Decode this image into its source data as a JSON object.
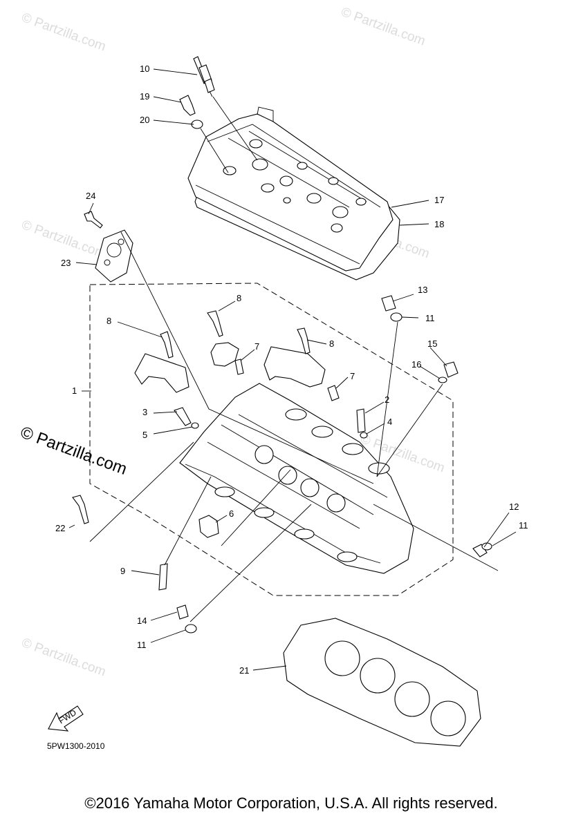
{
  "watermark": {
    "text": "© Partzilla.com"
  },
  "drawing_code": "5PW1300-2010",
  "fwd_label": "FWD",
  "copyright": "©2016 Yamaha Motor Corporation, U.S.A. All rights reserved.",
  "callouts": {
    "c1": "1",
    "c2": "2",
    "c3": "3",
    "c4": "4",
    "c5": "5",
    "c6": "6",
    "c7a": "7",
    "c7b": "7",
    "c8a": "8",
    "c8b": "8",
    "c8c": "8",
    "c9": "9",
    "c10": "10",
    "c11a": "11",
    "c11b": "11",
    "c11c": "11",
    "c12": "12",
    "c13": "13",
    "c14": "14",
    "c15": "15",
    "c16": "16",
    "c17": "17",
    "c18": "18",
    "c19": "19",
    "c20": "20",
    "c21": "21",
    "c22": "22",
    "c23": "23",
    "c24": "24"
  }
}
